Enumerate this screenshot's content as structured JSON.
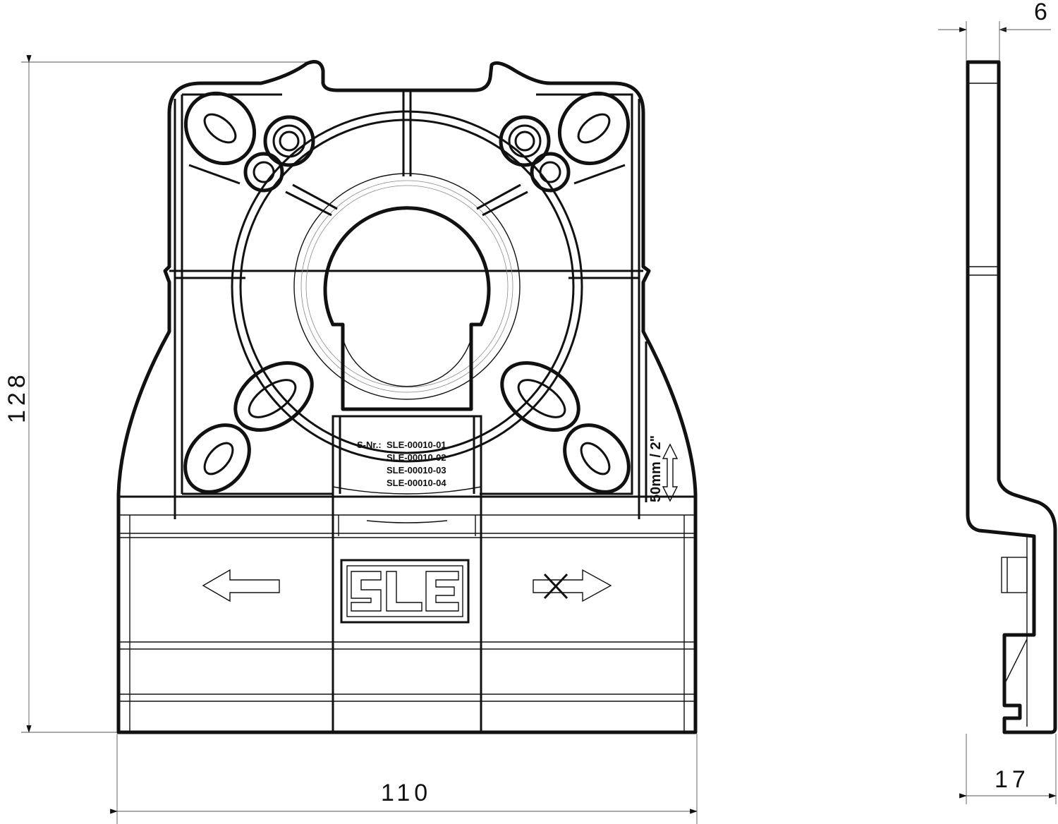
{
  "dimensions": {
    "height": "128",
    "width": "110",
    "thickness_top": "6",
    "depth_bottom": "17"
  },
  "serial": {
    "prefix": "S-Nr.:",
    "numbers": [
      "SLE-00010-01",
      "SLE-00010-02",
      "SLE-00010-03",
      "SLE-00010-04"
    ]
  },
  "size_label": "50mm / 2\"",
  "logo": "SLE",
  "icons": {
    "left": "arrow-left-icon",
    "right": "arrow-right-crossed-icon",
    "size": "double-arrow-vertical-icon"
  }
}
